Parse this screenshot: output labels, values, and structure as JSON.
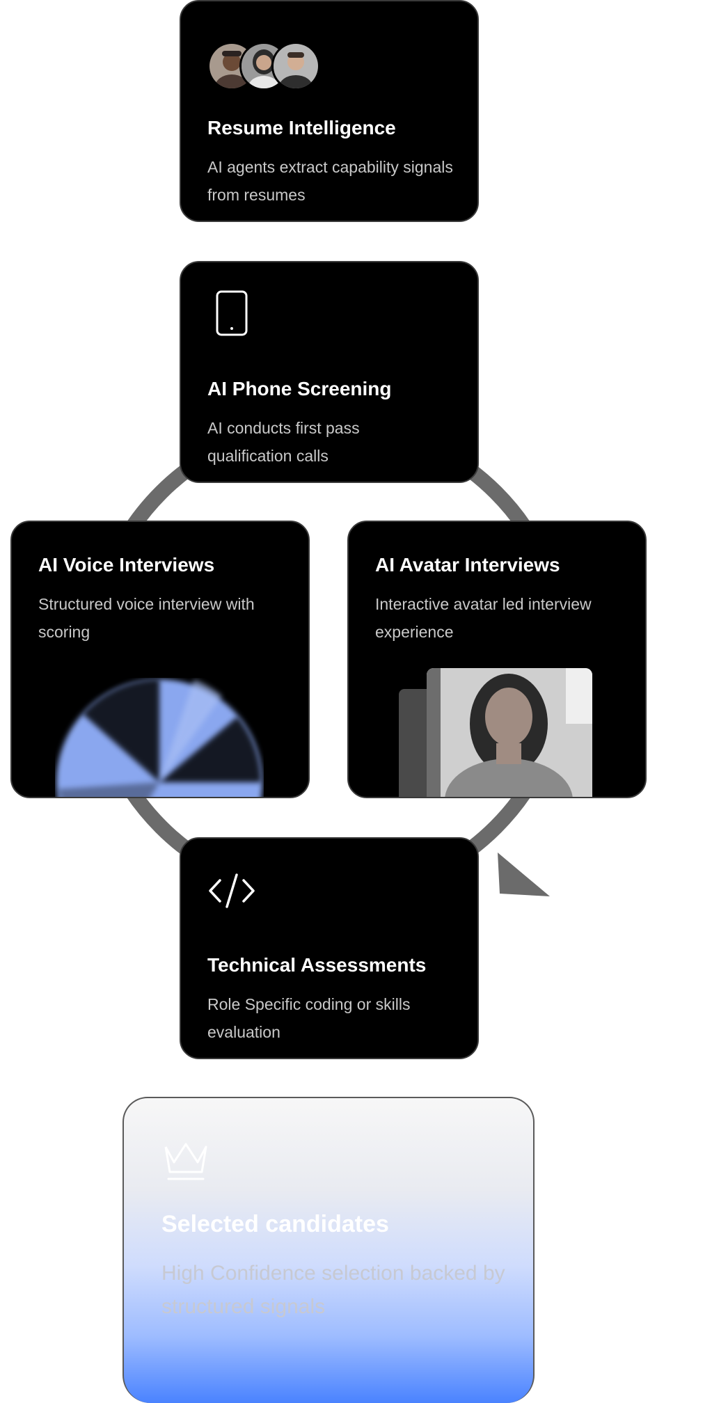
{
  "colors": {
    "card_background": "#000000",
    "card_border": "#3a3a3a",
    "title_text": "#ffffff",
    "description_text": "#c9c9c9",
    "ring_arrow": "#6b6b6b",
    "orb_blue": "#8aa7ef",
    "selected_gradient_end": "#4a83ff"
  },
  "workflow": {
    "resume": {
      "icon": "people-avatars",
      "title": "Resume Intelligence",
      "description": "AI agents extract capability signals from resumes"
    },
    "phone": {
      "icon": "phone-icon",
      "title": "AI Phone Screening",
      "description": "AI conducts first pass qualification calls"
    },
    "voice": {
      "icon": "voice-orb",
      "title": "AI Voice Interviews",
      "description": "Structured voice interview with scoring"
    },
    "avatar": {
      "icon": "avatar-video",
      "title": "AI Avatar Interviews",
      "description": "Interactive avatar led interview experience"
    },
    "tech": {
      "icon": "code-icon",
      "title": "Technical Assessments",
      "description": "Role Specific coding or skills evaluation"
    }
  },
  "result": {
    "icon": "crown-icon",
    "title": "Selected candidates",
    "description": "High Confidence selection backed by structured signals"
  }
}
